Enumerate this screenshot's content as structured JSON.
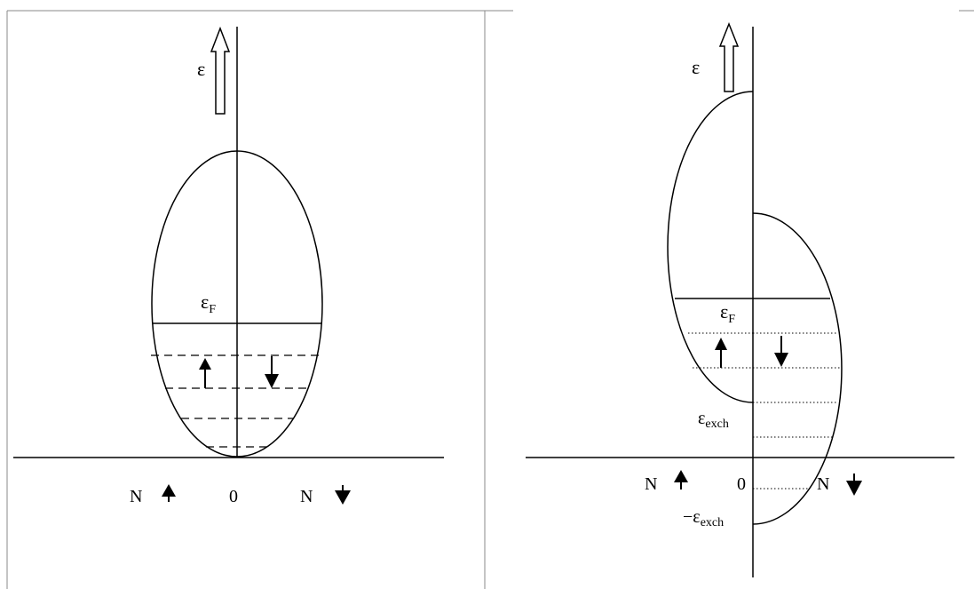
{
  "left_panel": {
    "axis_label": "ε",
    "fermi_label": {
      "main": "ε",
      "sub": "F"
    },
    "x_labels": {
      "left": "N",
      "center": "0",
      "right": "N"
    }
  },
  "right_panel": {
    "axis_label": "ε",
    "fermi_label": {
      "main": "ε",
      "sub": "F"
    },
    "exch_label": {
      "main": "ε",
      "sub": "exch"
    },
    "neg_exch_label": {
      "prefix": "−",
      "main": "ε",
      "sub": "exch"
    },
    "x_labels": {
      "left": "N",
      "center": "0",
      "right": "N"
    }
  },
  "colors": {
    "line": "#000000",
    "background": "#ffffff",
    "frame": "#888888"
  }
}
